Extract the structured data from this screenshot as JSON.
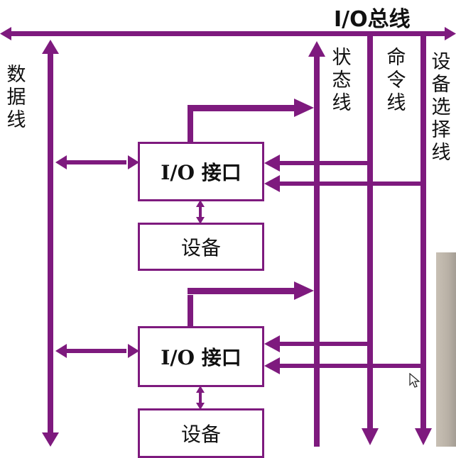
{
  "bus_title": "I/O总线",
  "labels": {
    "data_line": "数据线",
    "status_line": "状态线",
    "command_line": "命令线",
    "device_select_line": "设备选择线"
  },
  "units": [
    {
      "interface": "I/O 接口",
      "device": "设备"
    },
    {
      "interface": "I/O 接口",
      "device": "设备"
    }
  ],
  "colors": {
    "bus": "#7e1a7e",
    "text": "#111111",
    "background": "#ffffff"
  },
  "icons": [
    "arrow-head",
    "mouse-cursor-icon"
  ]
}
